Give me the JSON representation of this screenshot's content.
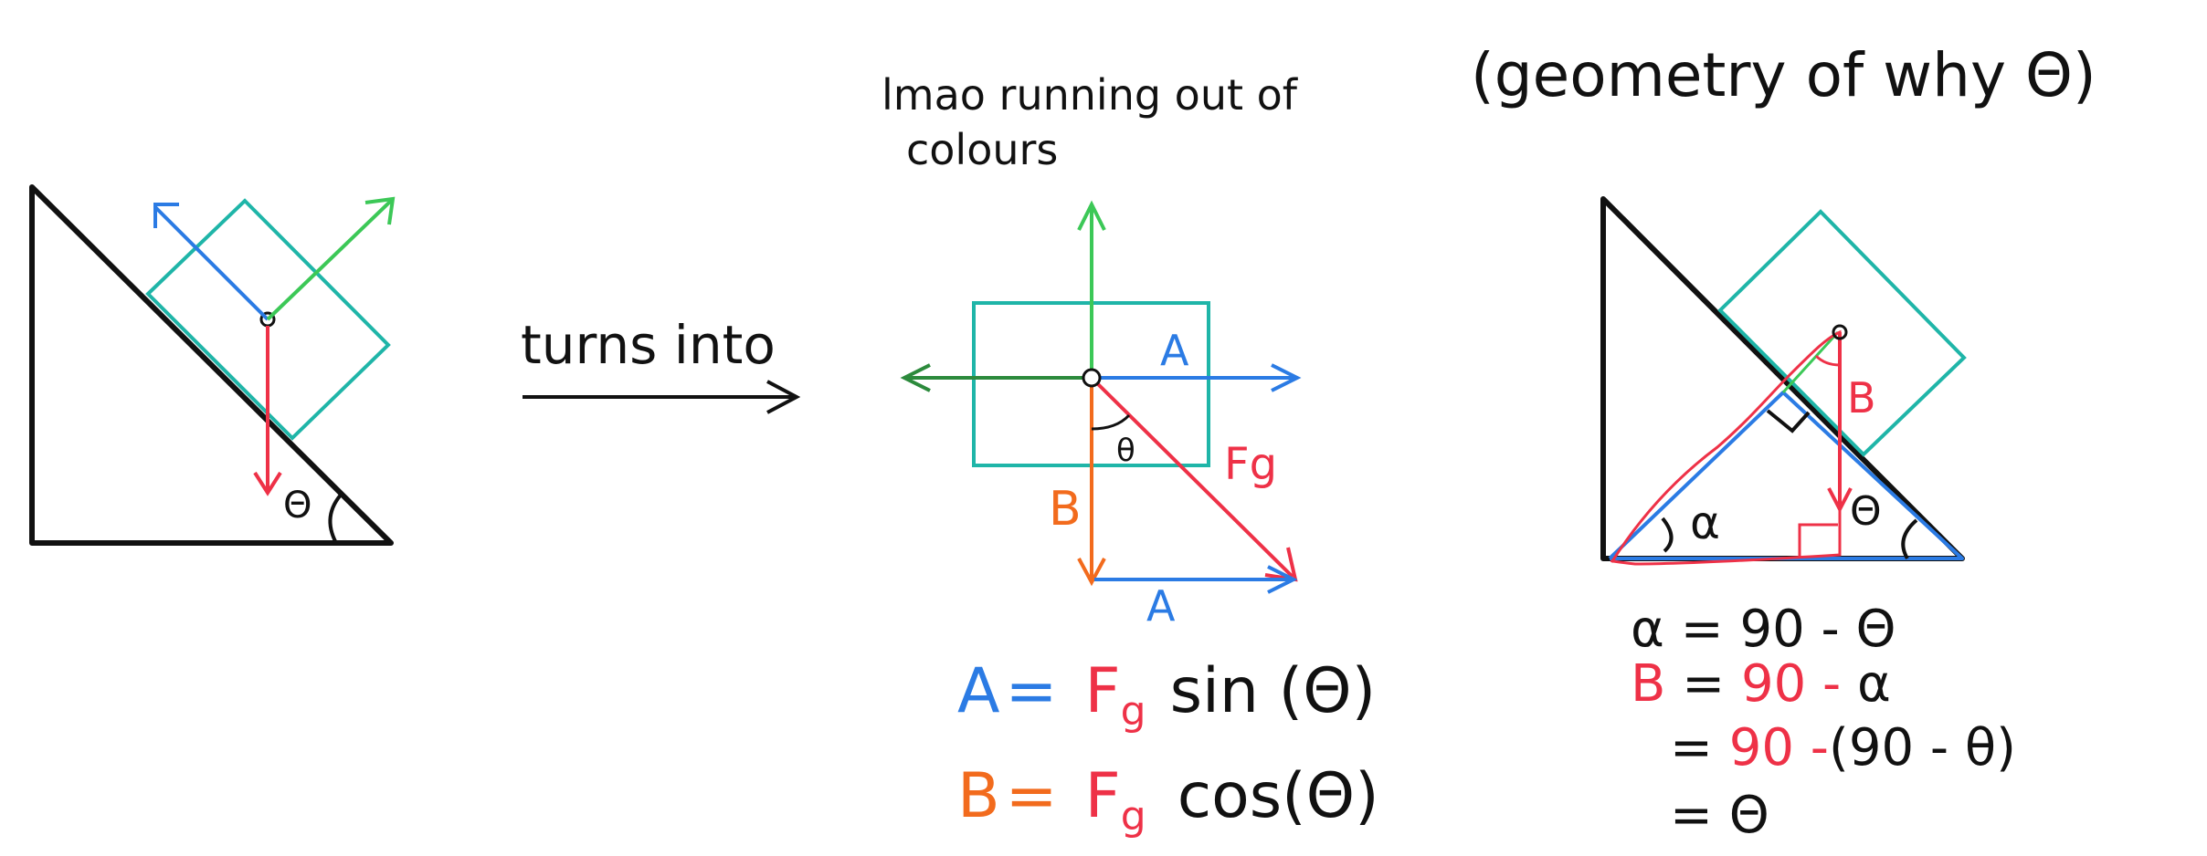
{
  "colors": {
    "black": "#111111",
    "teal": "#1fb5a8",
    "blue": "#2b7be4",
    "green": "#3cc857",
    "darkgreen": "#2c8a3c",
    "red": "#ee3147",
    "orange": "#f26b1d"
  },
  "labels": {
    "turns_into": "turns into",
    "note_line1": "lmao running out of",
    "note_line2": "colours",
    "geometry_title": "(geometry of why Θ)",
    "theta": "Θ",
    "theta_small": "θ",
    "A": "A",
    "B": "B",
    "Fg": "Fg",
    "alpha": "α"
  },
  "equations": {
    "eq1": {
      "lhs": "A",
      "eq": "=",
      "f": "F",
      "g": "g",
      "rest": "sin (Θ)"
    },
    "eq2": {
      "lhs": "B",
      "eq": "=",
      "f": "F",
      "g": "g",
      "rest": "cos(Θ)"
    }
  },
  "derivation": {
    "line1": "α = 90 - Θ",
    "line2_lhs": "B",
    "line2_eq": " = ",
    "line2_red": "90 -",
    "line2_rest": " α",
    "line3_eq": "= ",
    "line3_red": "90 -",
    "line3_rest": "(90 - θ)",
    "line4": "=  Θ"
  }
}
